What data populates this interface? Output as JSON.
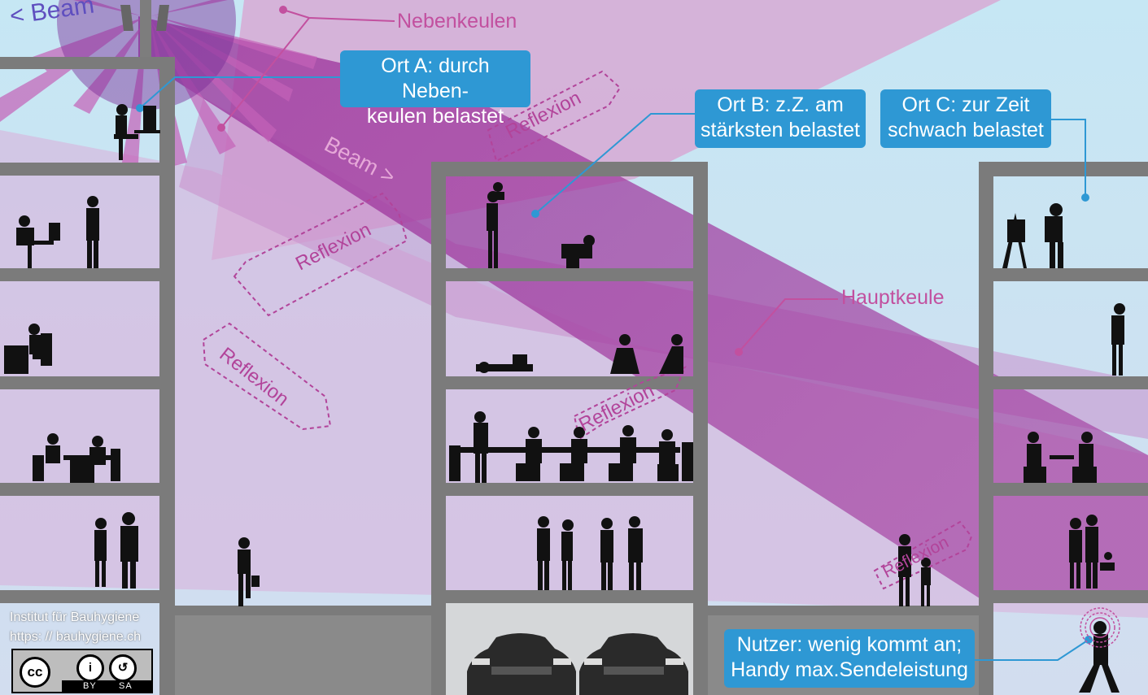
{
  "labels": {
    "beam_back": "< Beam",
    "beam_forward": "Beam >",
    "nebenkeulen": "Nebenkeulen",
    "hauptkeule": "Hauptkeule",
    "reflexion": [
      "Reflexion",
      "Reflexion",
      "Reflexion",
      "Reflexion",
      "Reflexion"
    ]
  },
  "callouts": {
    "ort_a": {
      "line1": "Ort A: durch Neben-",
      "line2": "keulen belastet"
    },
    "ort_b": {
      "line1": "Ort B:  z.Z. am",
      "line2": "stärksten belastet"
    },
    "ort_c": {
      "line1": "Ort C:  zur Zeit",
      "line2": "schwach belastet"
    },
    "nutzer": {
      "line1": "Nutzer: wenig kommt an;",
      "line2": "Handy max.Sendeleistung"
    }
  },
  "credit": {
    "line1": "Institut für Bauhygiene",
    "line2": "https: // bauhygiene.ch",
    "license_cc": "cc",
    "license_by": "BY",
    "license_sa": "SA"
  },
  "colors": {
    "sky": "#c9e6f3",
    "beam": "#a03f9f",
    "building": "#7a7a7a",
    "callout": "#2e98d4",
    "label": "#c2509f"
  }
}
